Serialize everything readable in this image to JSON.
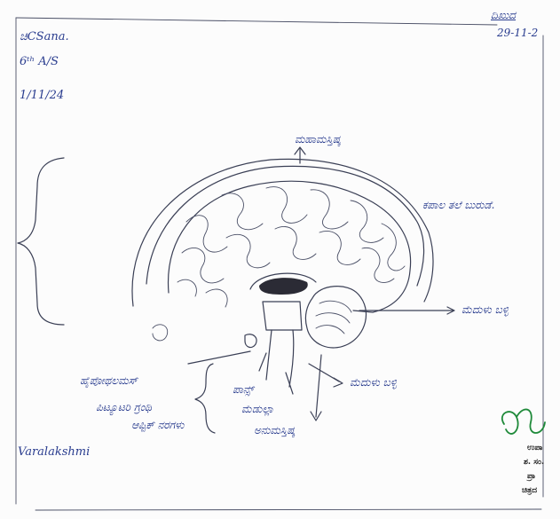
{
  "header": {
    "name": "ಚಿCSana.",
    "class_section": "6ᵗʰ A/S",
    "date_left": "1/11/24",
    "sign_top": "ದಿಖುದ",
    "date_right": "29-11-2"
  },
  "labels": {
    "cerebrum": "ಮಹಾಮಸ್ತಿಷ್ಕ",
    "skull": "ಕಪಾಲ ತಲೆ ಬುರುಡೆ.",
    "spinal_cord": "ಮೆದುಳು ಬಳ್ಳಿ",
    "cerebellum": "ಅನುಮಸ್ತಿಷ್ಕ",
    "hypothalamus": "ಹೈಪೋಥಲಮಸ್",
    "pituitary": "ಪಿಟ್ಯೂಟರಿ ಗ್ರಂಥಿ",
    "optic_nerves": "ಆಪ್ಟಿಕ್ ನರಗಳು",
    "pons": "ಪಾನ್ಸ್",
    "medulla": "ಮೆಡುಲ್ಲಾ",
    "spinal_canal": "ಮೆದುಳು ಬಳ್ಳಿ"
  },
  "signature": "Varalakshmi",
  "stamp_lines": [
    "ಉಪಾ",
    "ಶ. ಸಂ.",
    "ಪ್ರಾ",
    "ಚಿತ್ರದ"
  ],
  "colors": {
    "ink": "#2a3d8f",
    "pencil": "#3a3f55",
    "stamp": "#1f8a3a"
  }
}
